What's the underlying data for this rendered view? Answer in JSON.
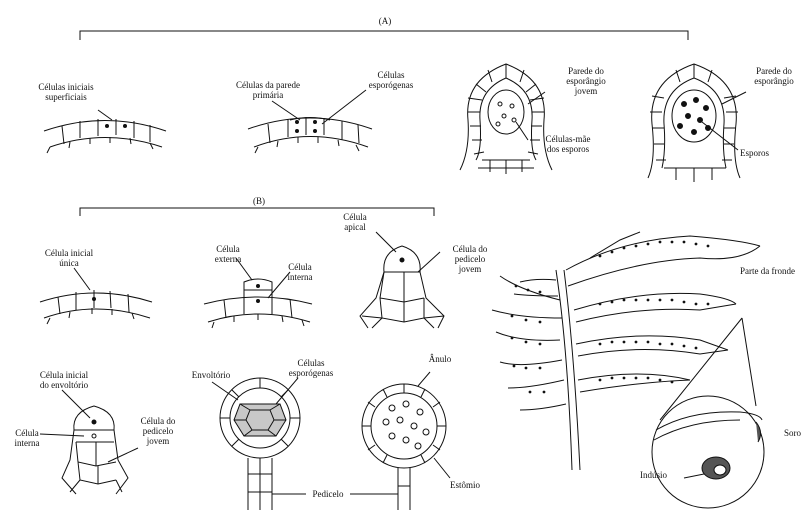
{
  "sections": {
    "a": "(A)",
    "b": "(B)"
  },
  "labels": {
    "celulas_iniciais_superficiais": "Células iniciais\nsuperficiais",
    "celulas_parede_primaria": "Células da parede\nprimária",
    "celulas_esporogenas_a": "Células\nesporógenas",
    "parede_esporangio_jovem": "Parede do\nesporângio\njovem",
    "celulas_mae_esporos": "Células-mãe\ndos esporos",
    "parede_esporangio": "Parede do\nesporângio",
    "esporos": "Esporos",
    "celula_inicial_unica": "Célula inicial\núnica",
    "celula_externa": "Célula\nexterna",
    "celula_interna_1": "Célula\ninterna",
    "celula_apical": "Célula\napical",
    "celula_pedicelo_jovem_1": "Célula do\npedicelo\njovem",
    "parte_fronde": "Parte da fronde",
    "celula_inicial_envoltorio": "Célula inicial\ndo envoltório",
    "celula_interna_2": "Célula\ninterna",
    "celula_pedicelo_jovem_2": "Célula do\npedicelo\njovem",
    "envoltorio": "Envoltório",
    "celulas_esporogenas_b": "Células\nesporógenas",
    "anulo": "Ânulo",
    "estomio": "Estômio",
    "pedicelo": "Pedicelo",
    "soro": "Soro",
    "indusio": "Indúsio"
  },
  "colors": {
    "ink": "#111111",
    "shade": "#c8c8c8"
  }
}
